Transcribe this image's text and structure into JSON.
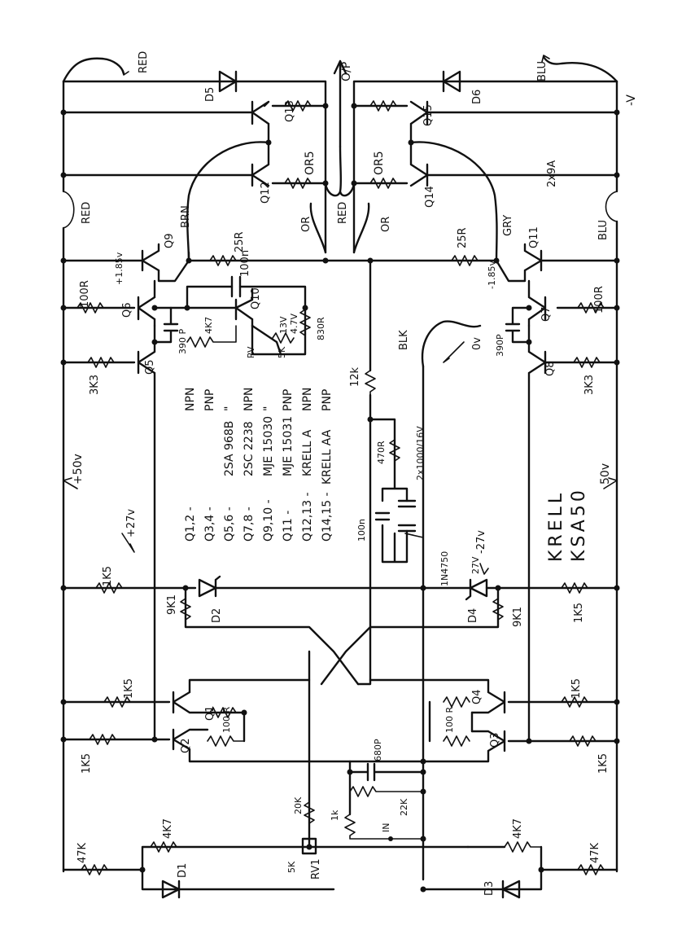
{
  "title": {
    "line1": "KRELL",
    "line2": "KSA50"
  },
  "rails": {
    "pos_supply": "+50v",
    "neg_supply": "50v",
    "pos_zener": "+27v",
    "neg_zener": "-27v",
    "ground": "0v",
    "neg_rail": "-V",
    "output": "O/P",
    "current": "2x9A",
    "bias_pos": "+1.85v",
    "bias_neg": "-1.85v"
  },
  "wires": {
    "red_top": "RED",
    "red_left": "RED",
    "red_mid": "RED",
    "blu_top": "BLU",
    "blu_right": "BLU",
    "brn": "BRN",
    "gry": "GRY",
    "or_left": "OR",
    "or_right": "OR",
    "blk": "BLK"
  },
  "transistor_table": [
    {
      "devices": "Q1,2 -",
      "part": "",
      "type": "NPN"
    },
    {
      "devices": "Q3,4 -",
      "part": "",
      "type": "PNP"
    },
    {
      "devices": "Q5,6 -",
      "part": "2SA 968B",
      "type": "\""
    },
    {
      "devices": "Q7,8 -",
      "part": "2SC 2238",
      "type": "NPN"
    },
    {
      "devices": "Q9,10 -",
      "part": "MJE 15030",
      "type": "\""
    },
    {
      "devices": "Q11 -",
      "part": "MJE 15031",
      "type": "PNP"
    },
    {
      "devices": "Q12,13 -",
      "part": "KRELL A",
      "type": "NPN"
    },
    {
      "devices": "Q14,15 -",
      "part": "KRELL AA",
      "type": "PNP"
    }
  ],
  "transistors": [
    "Q1",
    "Q2",
    "Q3",
    "Q4",
    "Q5",
    "Q6",
    "Q7",
    "Q8",
    "Q9",
    "Q10",
    "Q11",
    "Q12",
    "Q13",
    "Q14",
    "Q15"
  ],
  "diodes": [
    "D1",
    "D2",
    "D3",
    "D4",
    "D5",
    "D6"
  ],
  "components": {
    "r_100r_q6": "100R",
    "r_100r_q7": "100R",
    "r_3k3_q5": "3K3",
    "r_3k3_q8": "3K3",
    "r_25r_q9": "25R",
    "r_25r_q11": "25R",
    "r_or5_top": "OR5",
    "r_or5_bot": "OR5",
    "c_100n_vbe": "100n",
    "c_390p_l": "390 P",
    "c_390p_r": "390P",
    "r_4k7_vbe": "4K7",
    "r_830r": "830R",
    "r_5k_pot": "5K",
    "vbe_13v": "13V",
    "vbe_4v": "4.7V",
    "vbe_r": "RV",
    "r_12k": "12k",
    "r_470r": "470R",
    "c_2x1000": "2x1000/16V",
    "c_100n_fb": "100n",
    "r_1k5_a": "1K5",
    "r_1k5_b": "1K5",
    "r_1k5_c": "1K5",
    "r_1k5_d": "1K5",
    "r_1k5_e": "1K5",
    "r_1k5_f": "1K5",
    "zener_27v": "27V",
    "zener_part": "1N4750",
    "r_9k1_l": "9K1",
    "r_9k1_r": "9K1",
    "r_100r_q1": "100 R",
    "r_100r_q3": "100 R",
    "c_680p": "680P",
    "r_22k": "22K",
    "r_1k": "1k",
    "in_label": "IN",
    "r_20k": "20K",
    "r_5k_rv1": "5K",
    "rv1": "RV1",
    "r_4k7_l": "4K7",
    "r_4k7_r": "4K7",
    "r_47k_l": "47K",
    "r_47k_r": "47K"
  }
}
